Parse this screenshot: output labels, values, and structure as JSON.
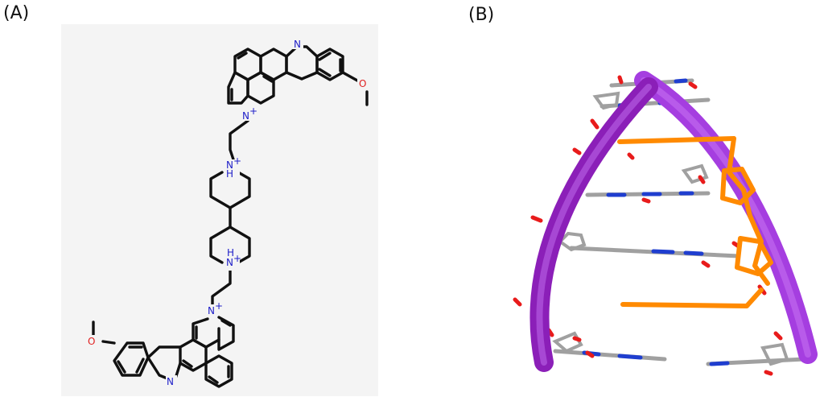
{
  "panels": [
    {
      "label": "(A)"
    },
    {
      "label": "(B)"
    }
  ],
  "molecule": {
    "atoms": {
      "n_indole": "N",
      "n_pyridinium": "N",
      "plus": "+",
      "n_piperidinium": "N",
      "h": "H",
      "o": "O"
    }
  },
  "colors": {
    "bond": "#111111",
    "nitrogen": "#2020c8",
    "oxygen": "#e02020",
    "backbone": "#9b30d0",
    "ligand": "#ff8a00",
    "base_carbon": "#a0a0a0",
    "base_nitrogen": "#1f3ecf"
  }
}
